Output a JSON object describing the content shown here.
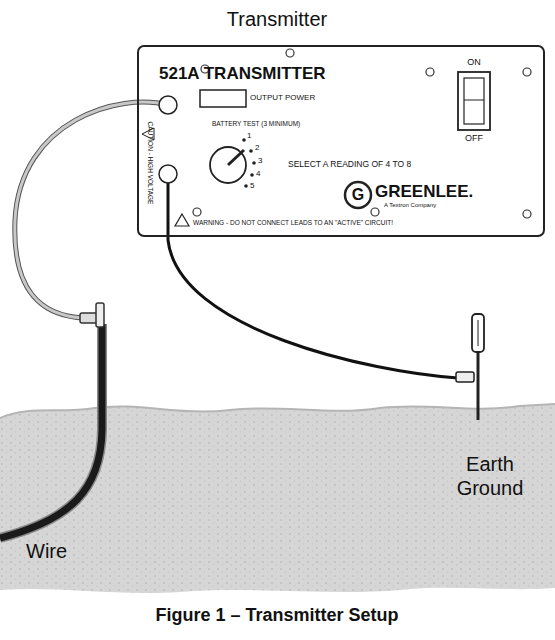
{
  "diagram": {
    "title": "Transmitter",
    "caption": "Figure 1 – Transmitter Setup",
    "nodes": [
      {
        "text": [
          "521A TRANSMITTER"
        ]
      }
    ],
    "labels": [
      "OUTPUT POWER",
      "BATTERY TEST (3 MINIMUM)",
      "1",
      "2",
      "3",
      "4",
      "5",
      "SELECT A READING OF 4 TO 8",
      "ON",
      "OFF",
      "G",
      "GREENLEE.",
      "A Textron Company",
      "WARNING - DO NOT CONNECT LEADS TO AN \"ACTIVE\" CIRCUIT!",
      "CAUTION - HIGH VOLTAGE",
      "Earth Ground",
      "Wire"
    ]
  }
}
